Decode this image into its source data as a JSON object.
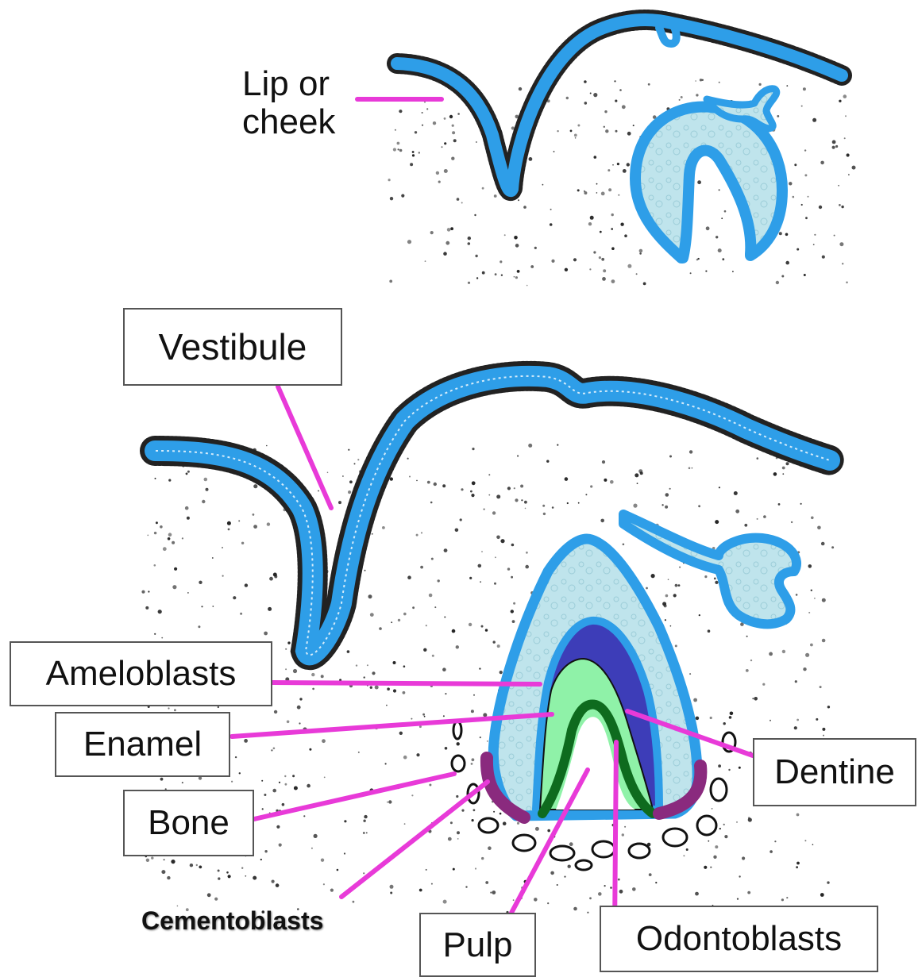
{
  "labels": {
    "lip_or_cheek_line1": "Lip or",
    "lip_or_cheek_line2": "cheek",
    "vestibule": "Vestibule",
    "ameloblasts": "Ameloblasts",
    "enamel": "Enamel",
    "bone": "Bone",
    "cementoblasts": "Cementoblasts",
    "pulp": "Pulp",
    "odontoblasts": "Odontoblasts",
    "dentine": "Dentine"
  },
  "colors": {
    "epithelium": "#2e9ee8",
    "enamel_organ_fill": "#bfe4ec",
    "leader_line": "#e83ad8",
    "ameloblast_layer": "#3d3db8",
    "dentine_fill": "#8ff2a8",
    "odontoblast_layer": "#0e6b1e",
    "cementoblast_layer": "#8a2a7e",
    "stroma_dots": "#222222"
  }
}
